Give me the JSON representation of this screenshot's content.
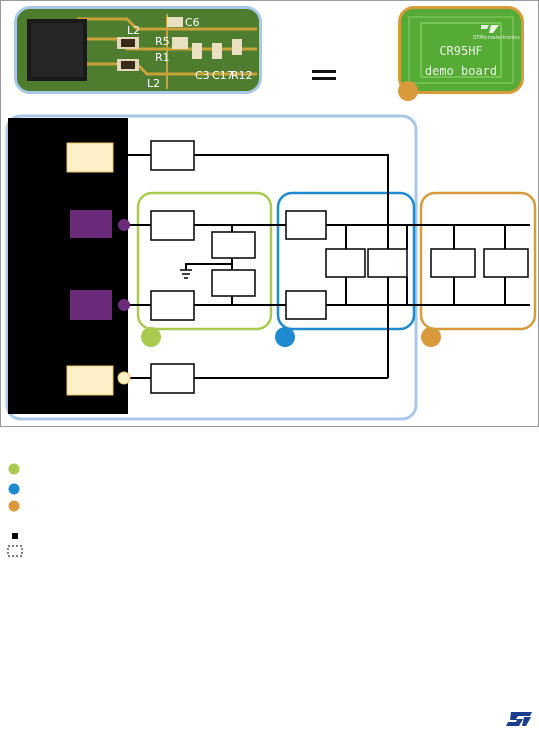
{
  "chip_photo": {
    "labels": [
      "C6",
      "L2",
      "R5",
      "R1",
      "C3",
      "C17",
      "R12",
      "L2"
    ]
  },
  "board_photo": {
    "logo_caption": "STMicroelectronics",
    "line1": "CR95HF",
    "line2": "demo board"
  },
  "legend": [
    {
      "color": "#a9c94f",
      "text": ""
    },
    {
      "color": "#1e8bd0",
      "text": ""
    },
    {
      "color": "#d89a3a",
      "text": ""
    },
    {
      "symbol": "filled-square",
      "text": ""
    },
    {
      "symbol": "dashed-box",
      "text": ""
    }
  ],
  "colors": {
    "frame_blue": "#a9c7e6",
    "green": "#a9c94f",
    "blue": "#1e8bd0",
    "orange": "#d89a3a",
    "pin_purple": "#6b2a7a",
    "pin_cream": "#fdf0c8"
  },
  "footer": {
    "logo": "st-logo"
  }
}
